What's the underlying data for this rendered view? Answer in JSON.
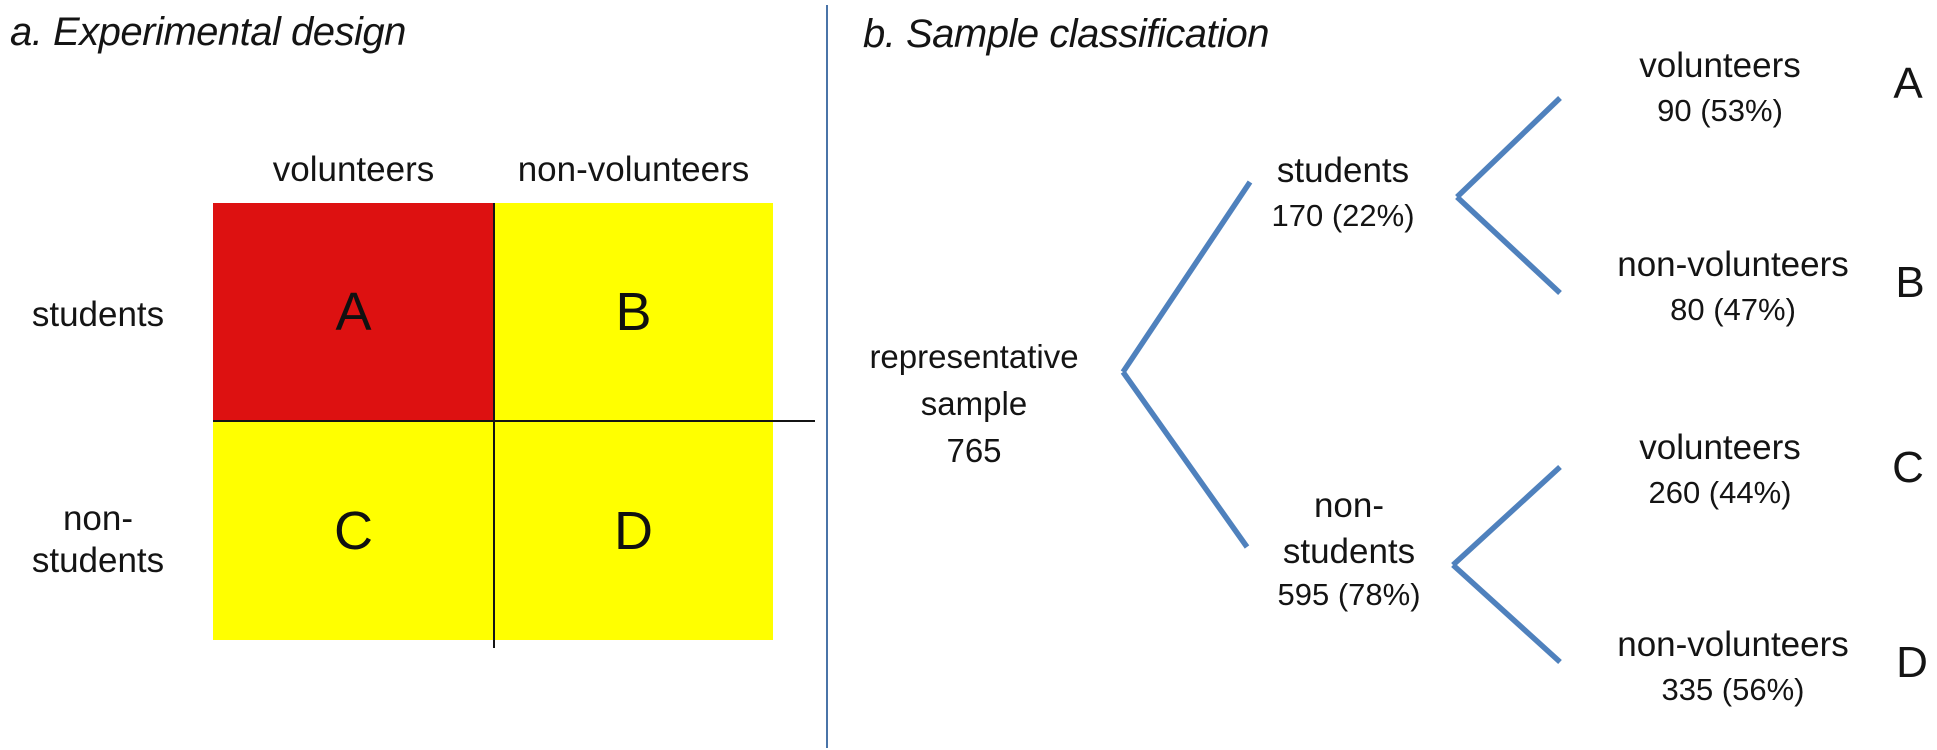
{
  "panel_a": {
    "title": "a. Experimental design",
    "col_headers": [
      "volunteers",
      "non-volunteers"
    ],
    "row_label_1": "students",
    "row_label_2_lines": [
      "non-",
      "students"
    ],
    "cells": {
      "a": "A",
      "b": "B",
      "c": "C",
      "d": "D"
    }
  },
  "panel_b": {
    "title": "b. Sample classification",
    "root_lines": [
      "representative",
      "sample",
      "765"
    ],
    "students_label": "students",
    "students_value": "170 (22%)",
    "nonstudents_lines": [
      "non-",
      "students"
    ],
    "nonstudents_value": "595 (78%)",
    "leaf_a": {
      "label": "volunteers",
      "value": "90 (53%)",
      "tag": "A"
    },
    "leaf_b": {
      "label": "non-volunteers",
      "value": "80 (47%)",
      "tag": "B"
    },
    "leaf_c": {
      "label": "volunteers",
      "value": "260 (44%)",
      "tag": "C"
    },
    "leaf_d": {
      "label": "non-volunteers",
      "value": "335 (56%)",
      "tag": "D"
    }
  },
  "colors": {
    "cell_red": "#dd1111",
    "cell_yellow": "#ffff00",
    "branch_blue": "#4f81bd",
    "divider_blue": "#4a74a8"
  }
}
